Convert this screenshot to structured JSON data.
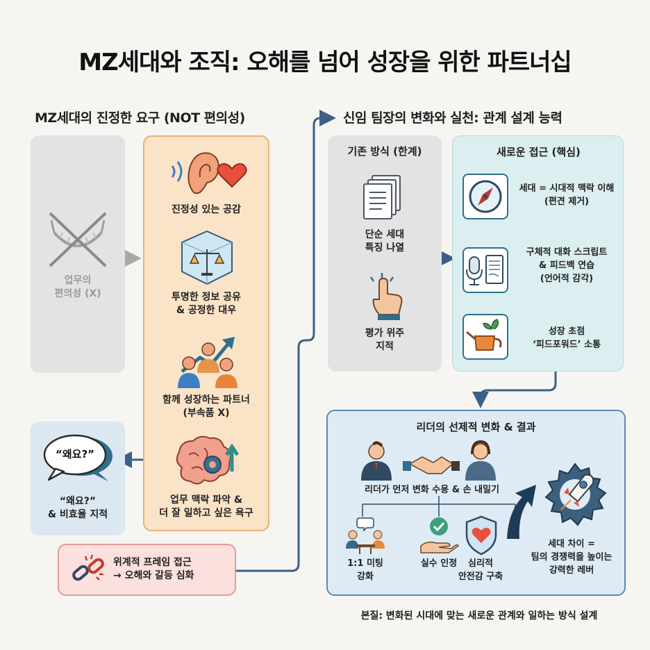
{
  "title": "MZ세대와 조직: 오해를 넘어 성장을 위한 파트너십",
  "left": {
    "heading": "MZ세대의 진정한 요구 (NOT 편의성)",
    "convenience": [
      "업무의",
      "편의성 (X)"
    ],
    "needs": [
      {
        "lines": [
          "진정성 있는 공감"
        ],
        "icon": "ear-heart-icon"
      },
      {
        "lines": [
          "투명한 정보 공유",
          "& 공정한 대우"
        ],
        "icon": "scales-cube-icon"
      },
      {
        "lines": [
          "함께 성장하는 파트너",
          "(부속품 X)"
        ],
        "icon": "growth-people-icon"
      },
      {
        "lines": [
          "업무 맥락 파악 &",
          "더 잘 일하고 싶은 욕구"
        ],
        "icon": "brain-gear-icon"
      }
    ],
    "why": {
      "bubble": "“왜요?”",
      "lines": [
        "“왜요?”",
        "& 비효율 지적"
      ]
    },
    "hierarchy": {
      "lines": [
        "위계적 프레임 접근",
        "→ 오해와 갈등 심화"
      ]
    }
  },
  "right": {
    "heading": "신임 팀장의 변화와 실천: 관계 설계 능력",
    "old": {
      "heading": "기존 방식 (한계)",
      "items": [
        {
          "lines": [
            "단순 세대",
            "특징 나열"
          ],
          "icon": "documents-icon"
        },
        {
          "lines": [
            "평가 위주",
            "지적"
          ],
          "icon": "pointing-hand-icon"
        }
      ]
    },
    "new": {
      "heading": "새로운 접근 (핵심)",
      "items": [
        {
          "lines": [
            "세대 = 시대적 맥락 이해",
            "(편견 제거)"
          ],
          "icon": "compass-icon"
        },
        {
          "lines": [
            "구체적 대화 스크립트",
            "& 피드백 연습",
            "(언어적 감각)"
          ],
          "icon": "microphone-script-icon"
        },
        {
          "lines": [
            "성장 초점",
            "‘피드포워드’ 소통"
          ],
          "icon": "watering-can-icon"
        }
      ]
    },
    "result": {
      "heading": "리더의 선제적 변화 & 결과",
      "leader": "리더가 먼저 변화 수용 & 손 내밀기",
      "items": [
        {
          "lines": [
            "1:1 미팅",
            "강화"
          ],
          "icon": "meeting-icon"
        },
        {
          "lines": [
            "실수 인정"
          ],
          "icon": "check-hand-icon"
        },
        {
          "lines": [
            "심리적",
            "안전감 구축"
          ],
          "icon": "shield-heart-icon"
        }
      ],
      "lever": [
        "세대 차이 =",
        "팀의 경쟁력을 높이는",
        "강력한 레버"
      ]
    }
  },
  "footer": "본질: 변화된 시대에 맞는 새로운 관계와 일하는 방식 설계"
}
